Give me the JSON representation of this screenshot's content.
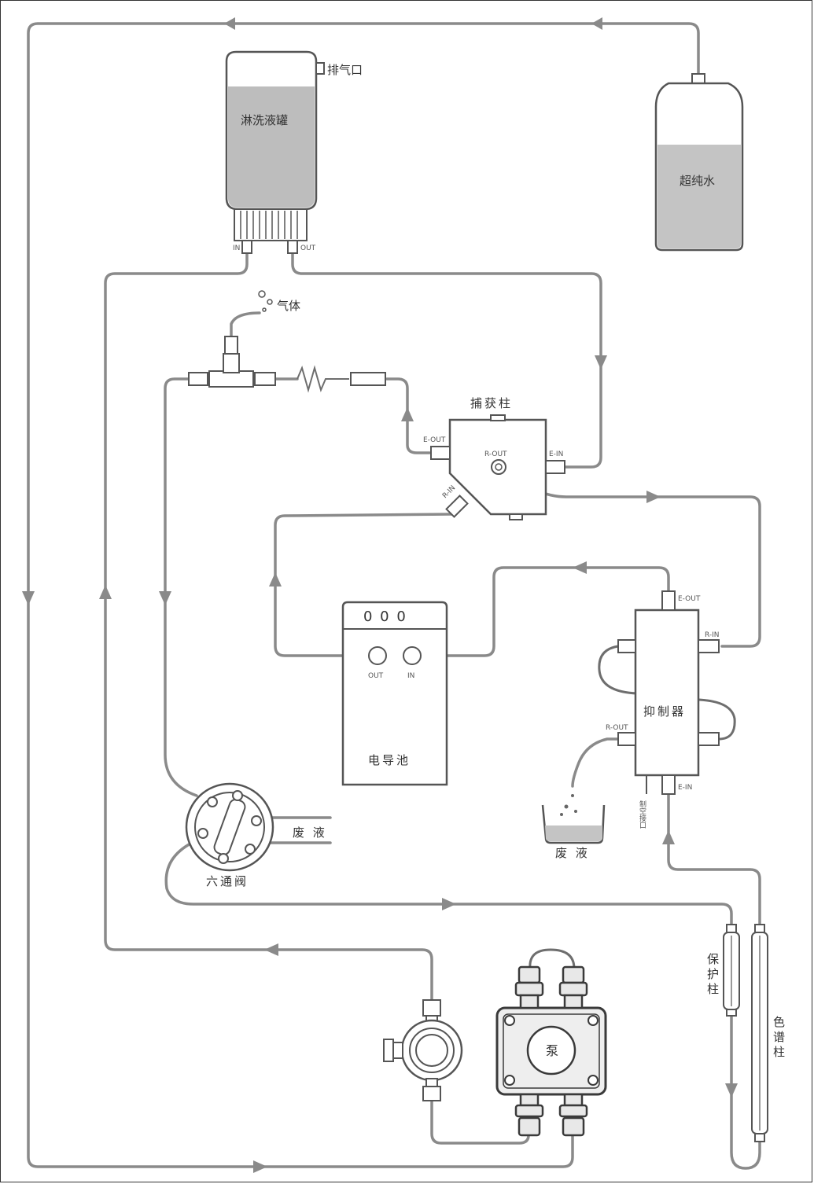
{
  "labels": {
    "vent": "排气口",
    "eluent_tank": "淋洗液罐",
    "ultrapure_water": "超纯水",
    "gas": "气体",
    "trap_column": "捕获柱",
    "conductivity_cell": "电导池",
    "suppressor": "抑制器",
    "waste_1": "废 液",
    "waste_2": "废 液",
    "six_way_valve": "六通阀",
    "guard_column": "保护柱",
    "analytical_column": "色谱柱",
    "pump": "泵",
    "suppressor_port": "制空接口"
  },
  "ports": {
    "tank_in": "IN",
    "tank_out": "OUT",
    "trap_e_out": "E-OUT",
    "trap_r_out": "R-OUT",
    "trap_e_in": "E-IN",
    "trap_r_in": "R-IN",
    "cell_out": "OUT",
    "cell_in": "IN",
    "sup_e_out": "E-OUT",
    "sup_r_in": "R-IN",
    "sup_r_out": "R-OUT",
    "sup_e_in": "E-IN",
    "cell_top_glyphs": "0  0  0"
  }
}
